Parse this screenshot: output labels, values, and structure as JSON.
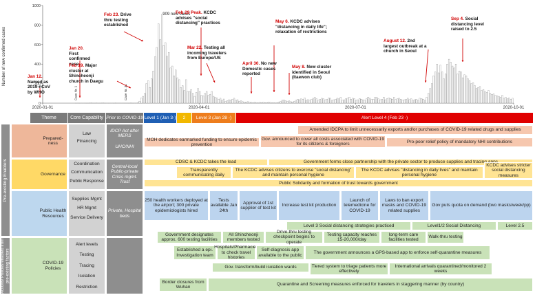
{
  "chart_data": {
    "type": "bar",
    "ylabel": "Number of new confirmed cases",
    "ylim": [
      0,
      1000
    ],
    "yticks": [
      0,
      200,
      400,
      600,
      800,
      1000
    ],
    "xticks": [
      "2020-01-01",
      "2020-04-01",
      "2020-07-01",
      "2020-10-01"
    ],
    "peak_label": "909 new cases",
    "case_labels": [
      "Case Nr. 1",
      "Case Nr. 31"
    ],
    "series": [
      {
        "x_range": [
          "2020-01-20",
          "2020-09-30"
        ],
        "values": [
          1,
          0,
          1,
          0,
          0,
          0,
          1,
          1,
          2,
          3,
          1,
          1,
          2,
          1,
          1,
          2,
          3,
          1,
          0,
          1,
          0,
          0,
          1,
          2,
          0,
          0,
          0,
          0,
          0,
          0,
          0,
          1,
          2,
          1,
          0,
          0,
          3,
          20,
          54,
          70,
          100,
          200,
          230,
          160,
          250,
          330,
          475,
          570,
          813,
          650,
          909,
          590,
          620,
          480,
          520,
          360,
          380,
          280,
          340,
          260,
          240,
          160,
          180,
          130,
          240,
          120,
          120,
          140,
          100,
          70,
          110,
          150,
          120,
          80,
          75,
          100,
          120,
          80,
          90,
          120,
          70,
          60,
          55,
          40,
          50,
          30,
          42,
          20,
          27,
          35,
          32,
          40,
          50,
          30,
          35,
          20,
          25,
          15,
          8,
          12,
          15,
          10,
          8,
          4,
          10,
          6,
          3,
          8,
          5,
          10,
          5,
          6,
          10,
          8,
          4,
          6,
          2,
          4,
          12,
          18,
          30,
          34,
          25,
          20,
          23,
          15,
          12,
          20,
          30,
          40,
          35,
          45,
          40,
          55,
          30,
          36,
          30,
          40,
          50,
          60,
          45,
          30,
          40,
          50,
          45,
          35,
          40,
          55,
          50,
          30,
          35,
          40,
          50,
          45,
          60,
          30,
          35,
          45,
          50,
          62,
          40,
          50,
          45,
          30,
          35,
          48,
          40,
          35,
          30,
          45,
          62,
          50,
          38,
          40,
          60,
          58,
          45,
          35,
          40,
          62,
          35,
          45,
          55,
          48,
          40,
          60,
          38,
          45,
          50,
          40,
          30,
          35,
          40,
          50,
          36,
          45,
          30,
          35,
          40,
          30,
          50,
          47,
          40,
          30,
          60,
          100,
          150,
          200,
          280,
          320,
          400,
          310,
          390,
          320,
          250,
          300,
          400,
          450,
          420,
          380,
          360,
          400,
          300,
          330,
          320,
          260,
          290,
          280,
          250,
          230,
          200,
          210,
          180,
          150,
          160,
          170,
          130,
          140,
          120,
          110,
          130,
          100,
          90,
          95,
          80,
          75,
          70,
          60,
          80,
          50,
          60,
          45,
          55,
          40,
          50
        ]
      }
    ]
  },
  "annotations": [
    {
      "date": "Jan 12.",
      "text": "Named as 2019-nCoV by WHO"
    },
    {
      "date": "Jan 20.",
      "text": "First confirmed case"
    },
    {
      "date": "Feb 19.",
      "text": "Major cluster at Shincheonji church in Daegu"
    },
    {
      "date": "Feb 23.",
      "text": "Drive thru testing established"
    },
    {
      "date": "Feb 29 Peak.",
      "text": "KCDC advises \"social distancing\" practices"
    },
    {
      "date": "Mar 22.",
      "text": "Testing all incoming travelers from Europe/US"
    },
    {
      "date": "April 30.",
      "text": "No new Domestic cases reported"
    },
    {
      "date": "May 6.",
      "text": "KCDC advises \"distancing in daily life\"; relaxation of restrictions"
    },
    {
      "date": "May 8.",
      "text": "New cluster identified in Seoul (Itaewon club)"
    },
    {
      "date": "August 12.",
      "text": "2nd largest outbreak at a church in Seoul"
    },
    {
      "date": "Sep 4.",
      "text": "Social distancing level raised to 2.5"
    }
  ],
  "header": {
    "theme": "Theme",
    "core": "Core Capability",
    "prior": "Prior to COVID-19",
    "level1": "Level 1 (Jan 3-)",
    "level2": "2",
    "level3": "Level 3 (Jan 28 -)",
    "level4": "Alert Level 4 (Feb 23 -)",
    "colors": {
      "level1": "#1f5fb4",
      "level2": "#f2b800",
      "level3": "#ee7d1c",
      "level4": "#e00000"
    }
  },
  "side": {
    "enablers": "Pre-existing Enablers",
    "actions": "Actions/ Policies enabled from pre-existing factors"
  },
  "themes": {
    "preparedness": "Prepared-ness",
    "governance": "Governance",
    "public_health": "Public Health Resources",
    "covid": "COVID-19 Policies"
  },
  "core": {
    "prep": [
      "Law",
      "Financing"
    ],
    "gov": [
      "Coordination",
      "Communication",
      "Public Response"
    ],
    "ph": [
      "Supplies Mgmt",
      "HR Mgmt",
      "Service Delivery"
    ],
    "covid": [
      "Alert levels",
      "Testing",
      "Tracing",
      "Isolation",
      "Restriction"
    ]
  },
  "prior": {
    "prep1": "IDCP Act after MERS",
    "prep2": "UHC/NHI",
    "gov": "Central-local Public-private Crisis mgmt. Trust",
    "ph": "Private, Hospital beds"
  },
  "cells": {
    "amended": "Amended IDCPA to limit unnecessarily exports and/or purchases of COVID-19 related drugs and supplies",
    "moh": "MOH dedicates earmarked funding to ensure epidemic prevention",
    "gov_costs": "Gov. announced to cover all costs associated with COVID-19 for its citizens & foreigners",
    "propoor": "Pro-poor relief policy of mandatory NHI contributions",
    "cdsc": "CDSC & KCDC takes the lead",
    "partnership": "Government forms close partnership with the private sector to produce supplies and tracing apps",
    "transparent": "Transparently communicating daily",
    "kcdc_sd": "The KCDC advises citizens to exercise \"social distancing\" and maintain personal hygiene",
    "kcdc_daily": "The KCDC advises \"distancing in daily lives\" and maintain personal hygiene",
    "kcdc_strict": "KCDC advises stricter social distancing measures",
    "solidarity": "Public Solidarity and formation of trust towards government",
    "workers": "250 health workers deployed at the airport; 300 private epidemiologists hired",
    "tests": "Tests available Jan 24th",
    "approval": "Approval of 1st supplier of test kit",
    "increase": "Increase test kit production",
    "telemed": "Launch of telemedicine for COVID-19",
    "laws": "Laws to ban export masks and COVID-19 related supplies",
    "quota": "Gov puts quota on demand (two masks/week/pp)",
    "lvl3": "Level 3 Social distancing strategies practiced",
    "lvl12": "Level1/2 Social Distancing",
    "lvl25": "Level 2.5",
    "designates": "Government designates approx. 600 testing facilities",
    "shincheonji": "All Shincheonji members tested",
    "drivethru": "Drive-thru testing checkpoint begins to operate",
    "capacity": "Testing capacity reaches 15-20,000/day",
    "longterm": "long-term care facilities tested",
    "walkthru": "Walk-thru testing",
    "epi": "Established a epi. Investigation team",
    "hospitals": "Hospitals/Pharmacies to check travel histories",
    "selfdiag": "Self-diagnosis app available to the public",
    "gpsapp": "The government announces a GPS-based app to enforce self-quarantine measures",
    "wards": "Gov. transform/build isolation wards",
    "tiered": "Tiered system to triage patients more effectively",
    "intl": "International arrivals quarantined/monitored 2 weeks",
    "border": "Border closures from Wuhan",
    "quarantine": "Quarantine and Screening measures enforced for travelers in staggering manner (by country)"
  }
}
